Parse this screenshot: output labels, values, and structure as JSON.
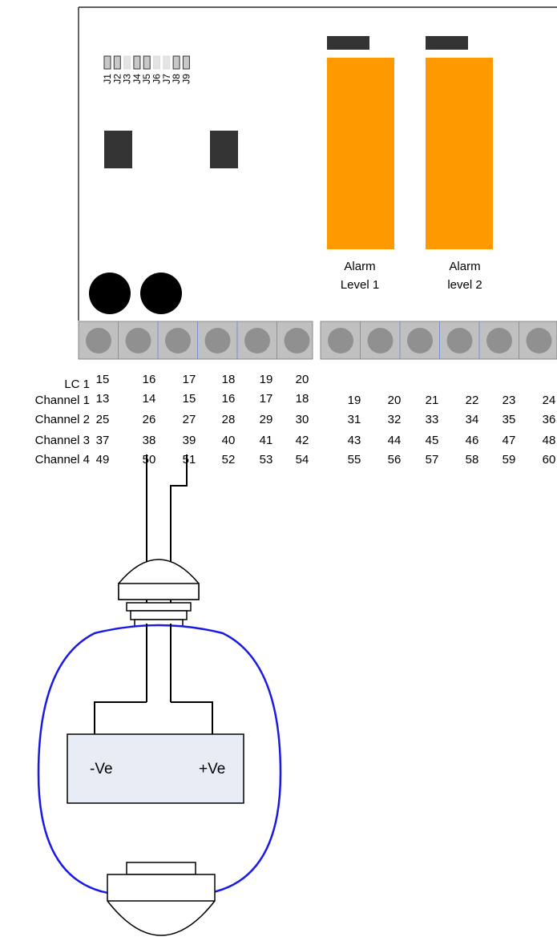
{
  "jumpers": [
    "J1",
    "J2",
    "J3",
    "J4",
    "J5",
    "J6",
    "J7",
    "J8",
    "J9"
  ],
  "alarms": [
    {
      "line1": "Alarm",
      "line2": "Level 1"
    },
    {
      "line1": "Alarm",
      "line2": "level 2"
    }
  ],
  "terminal_rows": [
    {
      "label": "LC 1",
      "values": [
        "15",
        "16",
        "17",
        "18",
        "19",
        "20"
      ]
    },
    {
      "label": "Channel 1",
      "values": [
        "13",
        "14",
        "15",
        "16",
        "17",
        "18",
        "19",
        "20",
        "21",
        "22",
        "23",
        "24"
      ]
    },
    {
      "label": "Channel 2",
      "values": [
        "25",
        "26",
        "27",
        "28",
        "29",
        "30",
        "31",
        "32",
        "33",
        "34",
        "35",
        "36"
      ]
    },
    {
      "label": "Channel 3",
      "values": [
        "37",
        "38",
        "39",
        "40",
        "41",
        "42",
        "43",
        "44",
        "45",
        "46",
        "47",
        "48"
      ]
    },
    {
      "label": "Channel 4",
      "values": [
        "49",
        "50",
        "51",
        "52",
        "53",
        "54",
        "55",
        "56",
        "57",
        "58",
        "59",
        "60"
      ]
    }
  ],
  "sensor": {
    "neg": "-Ve",
    "pos": "+Ve"
  },
  "colors": {
    "relay": "#ff9900",
    "chip": "#333333",
    "terminal_strip": "#c0c0c0",
    "terminal_screw": "#909090",
    "sensor_body": "#1a1ae6",
    "sensor_box": "#e8ecf4"
  }
}
